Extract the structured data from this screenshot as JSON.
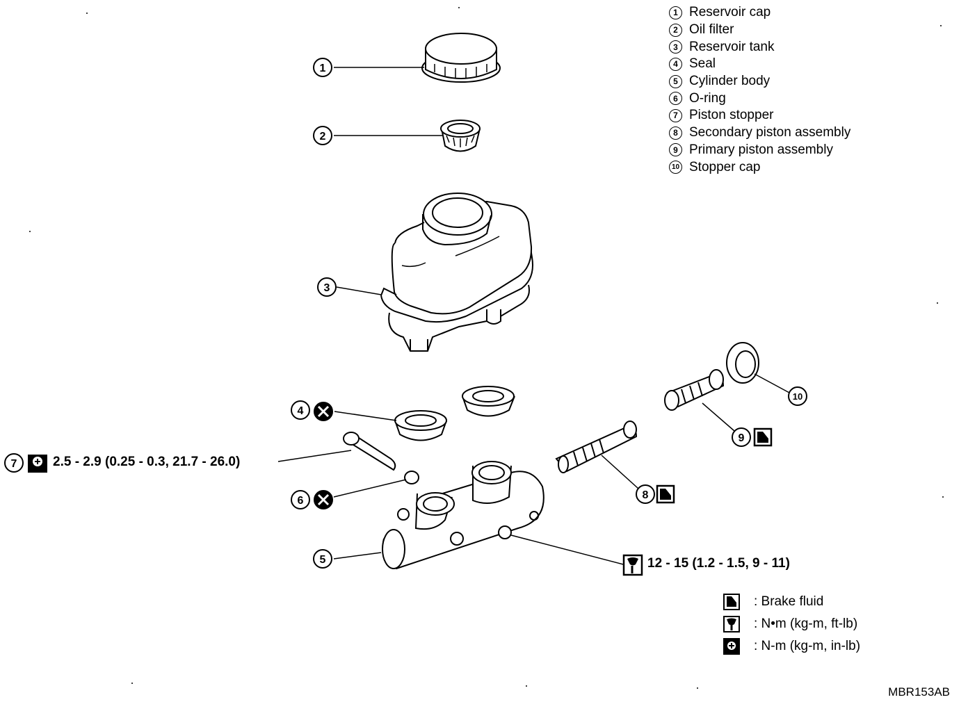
{
  "title": "",
  "legend": [
    {
      "num": "1",
      "label": "Reservoir cap"
    },
    {
      "num": "2",
      "label": "Oil filter"
    },
    {
      "num": "3",
      "label": "Reservoir tank"
    },
    {
      "num": "4",
      "label": "Seal"
    },
    {
      "num": "5",
      "label": "Cylinder body"
    },
    {
      "num": "6",
      "label": "O-ring"
    },
    {
      "num": "7",
      "label": "Piston stopper"
    },
    {
      "num": "8",
      "label": "Secondary piston assembly"
    },
    {
      "num": "9",
      "label": "Primary piston assembly"
    },
    {
      "num": "10",
      "label": "Stopper cap"
    }
  ],
  "callouts": [
    "1",
    "2",
    "3",
    "4",
    "5",
    "6",
    "7",
    "8",
    "9",
    "10"
  ],
  "torque_specs": {
    "piston_stopper": "2.5 - 2.9 (0.25 - 0.3, 21.7 - 26.0)",
    "cylinder_body": "12 - 15 (1.2 - 1.5, 9 - 11)"
  },
  "key": [
    {
      "icon": "brake-fluid-icon",
      "label": ": Brake fluid"
    },
    {
      "icon": "torque-wrench-icon",
      "label": ": N•m (kg-m, ft-lb)"
    },
    {
      "icon": "torque-wrench-small-icon",
      "label": ": N-m (kg-m, in-lb)"
    }
  ],
  "figure_code": "MBR153AB",
  "colors": {
    "ink": "#000000",
    "paper": "#ffffff"
  }
}
